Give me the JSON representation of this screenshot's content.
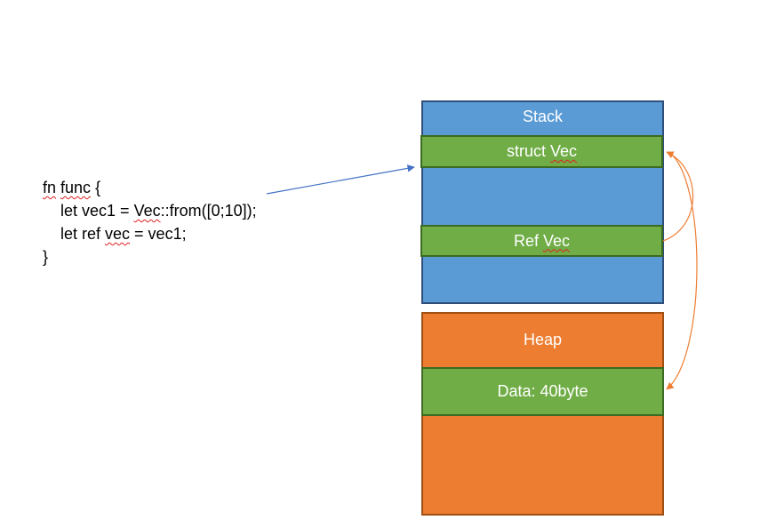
{
  "code": {
    "line1": {
      "kw": "fn",
      "name": "func",
      "rest": " {"
    },
    "line2": {
      "prefix": "    let vec1 = ",
      "type": "Vec",
      "rest": "::from([0;10]);"
    },
    "line3": {
      "prefix": "    let ref ",
      "var": "vec",
      "rest": " = vec1;"
    },
    "line4": "}"
  },
  "stack": {
    "label": "Stack",
    "struct_prefix": "struct ",
    "struct_type": "Vec",
    "ref_prefix": "Ref ",
    "ref_type": "Vec"
  },
  "heap": {
    "label": "Heap",
    "data_label": "Data: 40byte"
  },
  "colors": {
    "stack": "#5b9bd5",
    "heap": "#ed7d31",
    "cell": "#70ad47",
    "code_arrow": "#4472c4",
    "pointer_arrow": "#ed7d31"
  }
}
